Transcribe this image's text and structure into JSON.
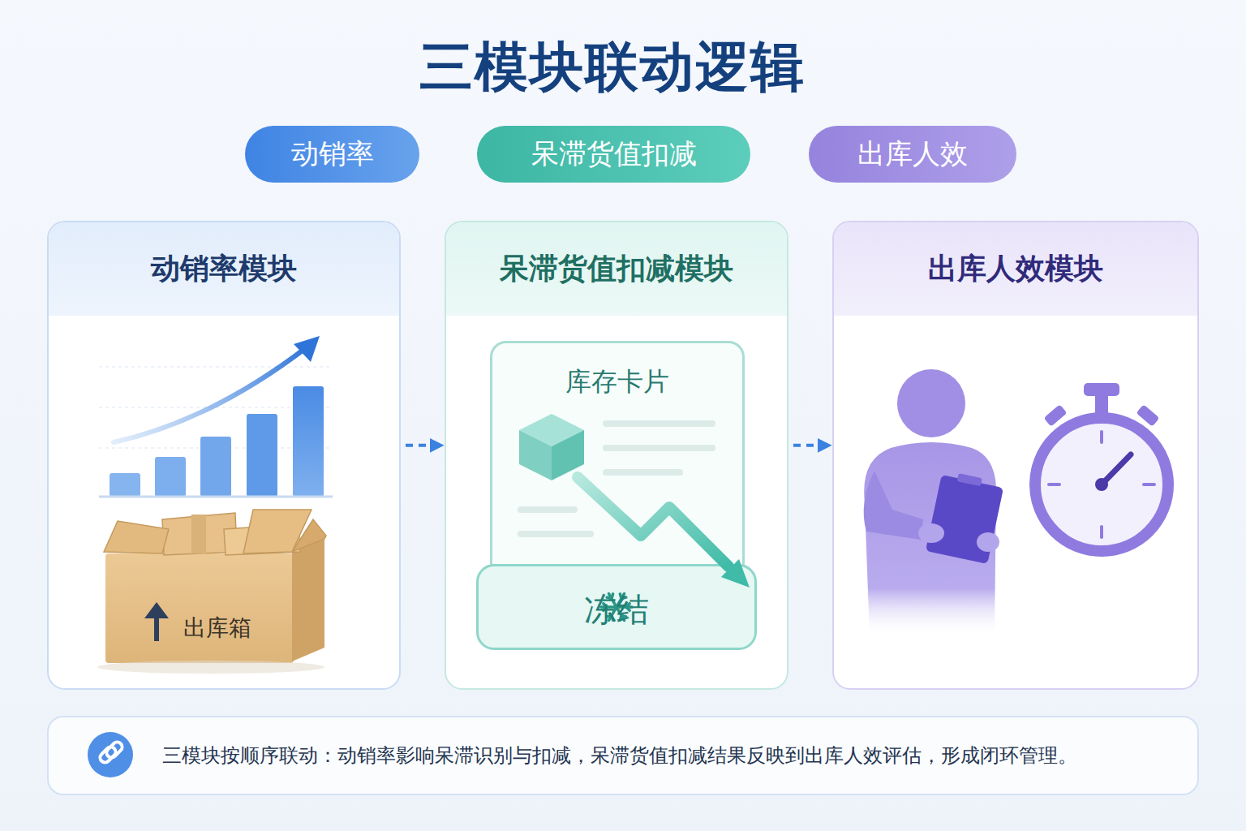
{
  "diagram": {
    "title": "三模块联动逻辑",
    "caption": "三模块按顺序联动：动销率影响呆滞识别与扣减，呆滞货值扣减结果反映到出库人效评估，形成闭环管理。",
    "nodes": [
      {
        "text": [
          "动销率"
        ]
      },
      {
        "text": [
          "呆滞货值扣减"
        ]
      },
      {
        "text": [
          "出库人效"
        ]
      },
      {
        "text": [
          "动销率模块"
        ]
      },
      {
        "text": [
          "出库箱"
        ],
        "in": 3
      },
      {
        "text": [
          "呆滞货值扣减模块"
        ]
      },
      {
        "text": [
          "库存卡片"
        ],
        "in": 5
      },
      {
        "text": [
          "冻结"
        ],
        "in": 6
      },
      {
        "text": [
          "出库人效模块"
        ]
      }
    ],
    "edges": [
      {
        "from": 3,
        "to": 5,
        "arrow": "to"
      },
      {
        "from": 5,
        "to": 8,
        "arrow": "to"
      }
    ]
  }
}
